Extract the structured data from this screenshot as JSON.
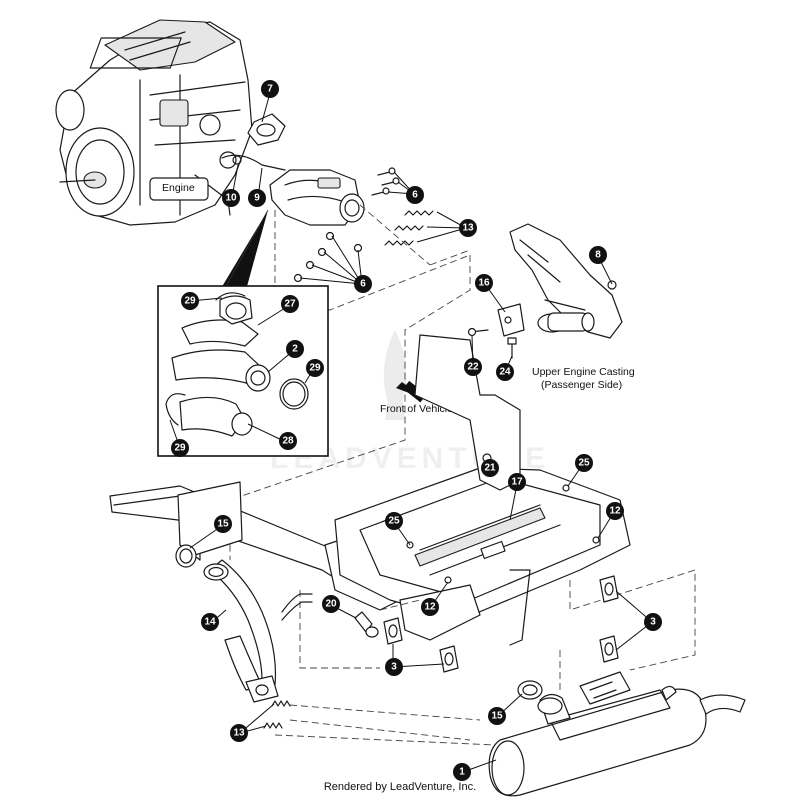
{
  "labels": {
    "engine": "Engine",
    "front_of_vehicle": "Front of Vehicle",
    "upper_engine_casting_line1": "Upper Engine Casting",
    "upper_engine_casting_line2": "(Passenger Side)"
  },
  "watermark": "LEADVENTURE",
  "credit": "Rendered by LeadVenture, Inc.",
  "callouts": [
    {
      "id": "c7",
      "number": "7"
    },
    {
      "id": "c10",
      "number": "10"
    },
    {
      "id": "c9",
      "number": "9"
    },
    {
      "id": "c6a",
      "number": "6"
    },
    {
      "id": "c13a",
      "number": "13"
    },
    {
      "id": "c6b",
      "number": "6"
    },
    {
      "id": "c8",
      "number": "8"
    },
    {
      "id": "c16",
      "number": "16"
    },
    {
      "id": "c22",
      "number": "22"
    },
    {
      "id": "c24",
      "number": "24"
    },
    {
      "id": "c29a",
      "number": "29"
    },
    {
      "id": "c27",
      "number": "27"
    },
    {
      "id": "c2",
      "number": "2"
    },
    {
      "id": "c29b",
      "number": "29"
    },
    {
      "id": "c28",
      "number": "28"
    },
    {
      "id": "c29c",
      "number": "29"
    },
    {
      "id": "c21",
      "number": "21"
    },
    {
      "id": "c25a",
      "number": "25"
    },
    {
      "id": "c17",
      "number": "17"
    },
    {
      "id": "c15a",
      "number": "15"
    },
    {
      "id": "c25b",
      "number": "25"
    },
    {
      "id": "c12a",
      "number": "12"
    },
    {
      "id": "c14",
      "number": "14"
    },
    {
      "id": "c20",
      "number": "20"
    },
    {
      "id": "c12b",
      "number": "12"
    },
    {
      "id": "c3a",
      "number": "3"
    },
    {
      "id": "c3b",
      "number": "3"
    },
    {
      "id": "c13b",
      "number": "13"
    },
    {
      "id": "c15b",
      "number": "15"
    },
    {
      "id": "c1",
      "number": "1"
    }
  ]
}
